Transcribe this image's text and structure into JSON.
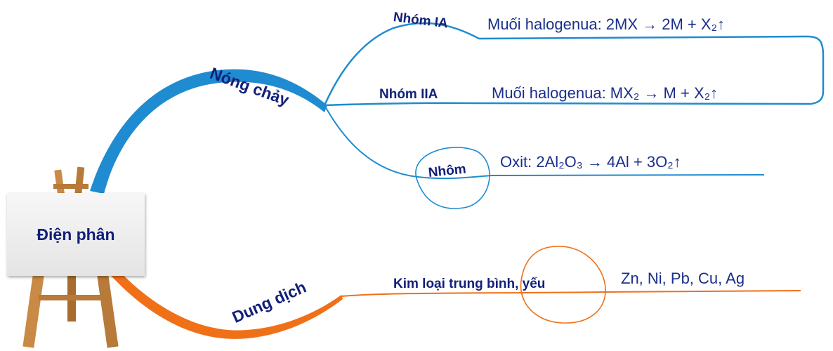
{
  "root": {
    "label": "Điện phân"
  },
  "colors": {
    "blue": "#1f8bd0",
    "orange": "#f07018",
    "text": "#12207a",
    "wood": "#c98a45"
  },
  "branches": [
    {
      "label": "Nóng chảy",
      "children": [
        {
          "label": "Nhóm IA",
          "leaf": "Muối halogenua: 2MX → 2M + X₂↑"
        },
        {
          "label": "Nhóm IIA",
          "leaf": "Muối halogenua: MX₂ → M + X₂↑"
        },
        {
          "label": "Nhôm",
          "leaf": "Oxit: 2Al₂O₃ → 4Al + 3O₂↑"
        }
      ]
    },
    {
      "label": "Dung dịch",
      "children": [
        {
          "label": "Kim loại trung bình, yếu",
          "leaf": "Zn, Ni, Pb, Cu, Ag"
        }
      ]
    }
  ]
}
